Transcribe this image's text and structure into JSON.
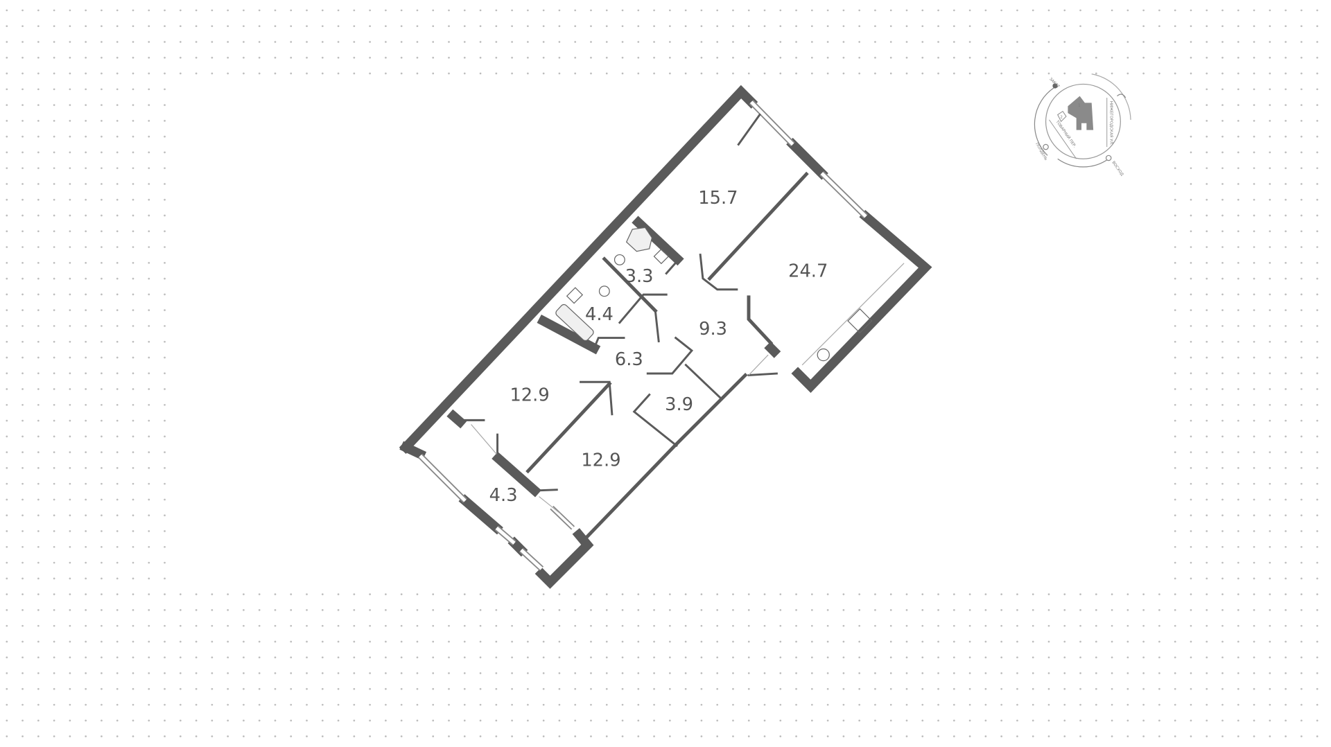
{
  "floor_plan": {
    "rooms": [
      {
        "id": "bedroom-top",
        "area": "15.7"
      },
      {
        "id": "kitchen-living",
        "area": "24.7"
      },
      {
        "id": "wc",
        "area": "3.3"
      },
      {
        "id": "bathroom",
        "area": "4.4"
      },
      {
        "id": "hall",
        "area": "9.3"
      },
      {
        "id": "corridor",
        "area": "6.3"
      },
      {
        "id": "bedroom-left",
        "area": "12.9"
      },
      {
        "id": "closet",
        "area": "3.9"
      },
      {
        "id": "bedroom-bottom",
        "area": "12.9"
      },
      {
        "id": "balcony",
        "area": "4.3"
      }
    ]
  },
  "compass": {
    "west": "ЗАКАТ",
    "south": "ПОЛДЕНЬ",
    "east": "ВОСХОД",
    "street_1": "НИЖЕГОРОДСКАЯ УЛ.",
    "street_2": "ТОВАРНЫЙ ПЕР.",
    "building_1": "1",
    "building_2": "2"
  },
  "colors": {
    "wall": "#5a5a5a",
    "dots": "#bdbdbd"
  }
}
